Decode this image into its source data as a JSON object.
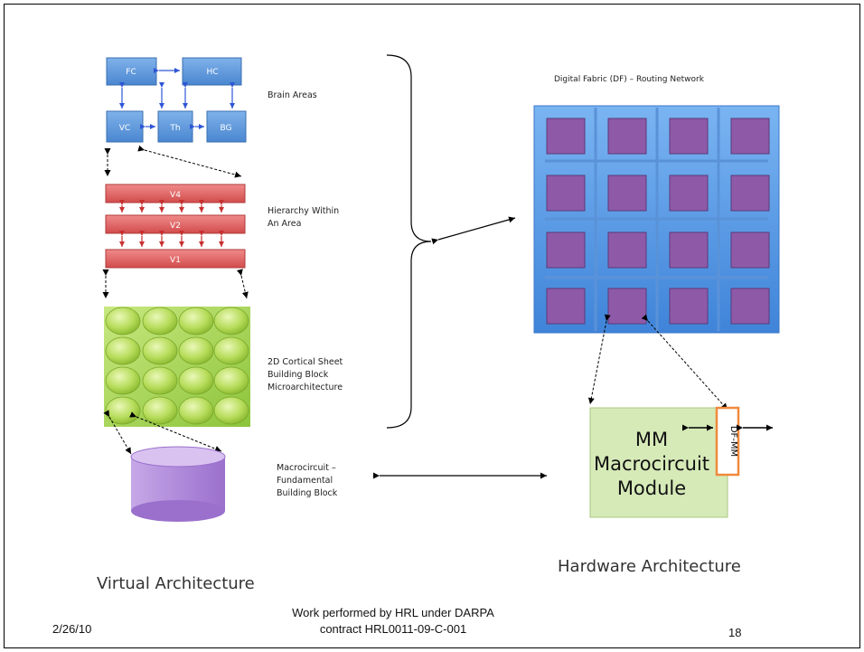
{
  "left": {
    "brain_boxes": [
      "FC",
      "HC",
      "VC",
      "Th",
      "BG"
    ],
    "brain_areas_label": "Brain Areas",
    "hierarchy_bars": [
      "V4",
      "V2",
      "V1"
    ],
    "hierarchy_label": [
      "Hierarchy Within",
      "An Area"
    ],
    "sheet_label": [
      "2D Cortical Sheet",
      "Building Block",
      "Microarchitecture"
    ],
    "macro_label": [
      "Macrocircuit –",
      "Fundamental",
      "Building Block"
    ],
    "title": "Virtual Architecture"
  },
  "right": {
    "fabric_title": "Digital Fabric (DF) – Routing Network",
    "module_lines": [
      "MM",
      "Macrocircuit",
      "Module"
    ],
    "df_mm": "DF-MM",
    "title": "Hardware Architecture"
  },
  "footer": {
    "date": "2/26/10",
    "credit_line1": "Work performed by HRL under DARPA",
    "credit_line2": "contract HRL0011-09-C-001",
    "page": "18"
  },
  "colors": {
    "blue_box": "#5b9bd5",
    "red_bar": "#e05a5a",
    "green_sheet": "#9ccc3c",
    "purple_cyl": "#b48fd8",
    "fabric_blue": "#4a8fe0",
    "chip_purple": "#8e5aa8",
    "module_green": "#d6eab8",
    "df_orange": "#f08a3c"
  }
}
